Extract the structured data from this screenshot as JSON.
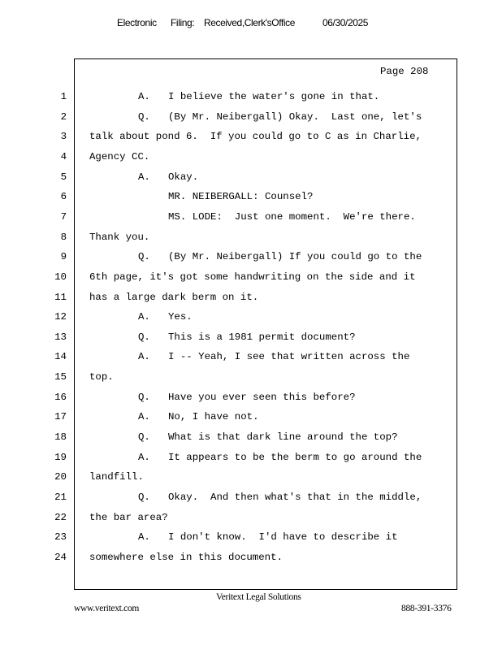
{
  "header": {
    "part1": "Electronic",
    "part2": "Filing:",
    "part3": "Received,Clerk'sOffice",
    "date": "06/30/2025"
  },
  "page_label": "Page 208",
  "lines": [
    {
      "n": "1",
      "type": "qa",
      "spk": "A.",
      "text": "I believe the water's gone in that."
    },
    {
      "n": "2",
      "type": "qa",
      "spk": "Q.",
      "text": "(By Mr. Neibergall) Okay.  Last one, let's"
    },
    {
      "n": "3",
      "type": "plain",
      "spk": "",
      "text": "talk about pond 6.  If you could go to C as in Charlie,"
    },
    {
      "n": "4",
      "type": "plain",
      "spk": "",
      "text": "Agency CC."
    },
    {
      "n": "5",
      "type": "qa",
      "spk": "A.",
      "text": "Okay."
    },
    {
      "n": "6",
      "type": "colloquy",
      "spk": "",
      "text": "MR. NEIBERGALL: Counsel?"
    },
    {
      "n": "7",
      "type": "colloquy",
      "spk": "",
      "text": "MS. LODE:  Just one moment.  We're there."
    },
    {
      "n": "8",
      "type": "plain",
      "spk": "",
      "text": "Thank you."
    },
    {
      "n": "9",
      "type": "qa",
      "spk": "Q.",
      "text": "(By Mr. Neibergall) If you could go to the"
    },
    {
      "n": "10",
      "type": "plain",
      "spk": "",
      "text": "6th page, it's got some handwriting on the side and it"
    },
    {
      "n": "11",
      "type": "plain",
      "spk": "",
      "text": "has a large dark berm on it."
    },
    {
      "n": "12",
      "type": "qa",
      "spk": "A.",
      "text": "Yes."
    },
    {
      "n": "13",
      "type": "qa",
      "spk": "Q.",
      "text": "This is a 1981 permit document?"
    },
    {
      "n": "14",
      "type": "qa",
      "spk": "A.",
      "text": "I -- Yeah, I see that written across the"
    },
    {
      "n": "15",
      "type": "plain",
      "spk": "",
      "text": "top."
    },
    {
      "n": "16",
      "type": "qa",
      "spk": "Q.",
      "text": "Have you ever seen this before?"
    },
    {
      "n": "17",
      "type": "qa",
      "spk": "A.",
      "text": "No, I have not."
    },
    {
      "n": "18",
      "type": "qa",
      "spk": "Q.",
      "text": "What is that dark line around the top?"
    },
    {
      "n": "19",
      "type": "qa",
      "spk": "A.",
      "text": "It appears to be the berm to go around the"
    },
    {
      "n": "20",
      "type": "plain",
      "spk": "",
      "text": "landfill."
    },
    {
      "n": "21",
      "type": "qa",
      "spk": "Q.",
      "text": "Okay.  And then what's that in the middle,"
    },
    {
      "n": "22",
      "type": "plain",
      "spk": "",
      "text": "the bar area?"
    },
    {
      "n": "23",
      "type": "qa",
      "spk": "A.",
      "text": "I don't know.  I'd have to describe it"
    },
    {
      "n": "24",
      "type": "plain",
      "spk": "",
      "text": "somewhere else in this document."
    }
  ],
  "footer": {
    "company": "Veritext   Legal   Solutions",
    "website": "www.veritext.com",
    "phone": "888-391-3376"
  }
}
